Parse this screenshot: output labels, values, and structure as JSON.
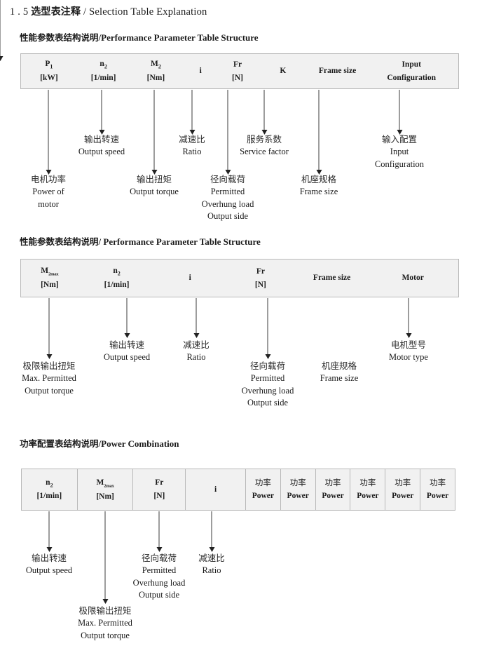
{
  "document": {
    "title_number": "1 . 5",
    "title_cn": "选型表注释",
    "title_sep": "/",
    "title_en": "Selection Table Explanation"
  },
  "sections": [
    {
      "id": "performance-parameter-1",
      "heading_cn": "性能参数表结构说明",
      "heading_sep": "/",
      "heading_en": "Performance Parameter Table Structure",
      "table": {
        "gridded": false,
        "columns": [
          {
            "sym": "P",
            "sub": "1",
            "unit": "[kW]"
          },
          {
            "sym": "n",
            "sub": "2",
            "unit": "[1/min]"
          },
          {
            "sym": "M",
            "sub": "2",
            "unit": "[Nm]"
          },
          {
            "sym": "i",
            "sub": "",
            "unit": ""
          },
          {
            "sym": "Fr",
            "sub": "",
            "unit": "[N]"
          },
          {
            "sym": "K",
            "sub": "",
            "unit": ""
          },
          {
            "sym": "Frame size",
            "sub": "",
            "unit": ""
          },
          {
            "sym": "Input",
            "sub": "",
            "unit": "Configuration"
          }
        ]
      },
      "callouts": [
        {
          "cn": "电机功率",
          "en": [
            "Power of",
            "motor"
          ]
        },
        {
          "cn": "输出转速",
          "en": [
            "Output speed"
          ]
        },
        {
          "cn": "输出扭矩",
          "en": [
            "Output torque"
          ]
        },
        {
          "cn": "减速比",
          "en": [
            "Ratio"
          ]
        },
        {
          "cn": "径向载荷",
          "en": [
            "Permitted",
            "Overhung load",
            "Output side"
          ]
        },
        {
          "cn": "服务系数",
          "en": [
            "Service factor"
          ]
        },
        {
          "cn": "机座规格",
          "en": [
            "Frame size"
          ]
        },
        {
          "cn": "输入配置",
          "en": [
            "Input",
            "Configuration"
          ]
        }
      ]
    },
    {
      "id": "performance-parameter-2",
      "heading_cn": "性能参数表结构说明",
      "heading_sep": "/",
      "heading_en": "Performance Parameter Table Structure",
      "table": {
        "gridded": false,
        "columns": [
          {
            "sym": "M",
            "sub": "2max",
            "unit": "[Nm]"
          },
          {
            "sym": "n",
            "sub": "2",
            "unit": "[1/min]"
          },
          {
            "sym": "i",
            "sub": "",
            "unit": ""
          },
          {
            "sym": "Fr",
            "sub": "",
            "unit": "[N]"
          },
          {
            "sym": "Frame size",
            "sub": "",
            "unit": ""
          },
          {
            "sym": "Motor",
            "sub": "",
            "unit": ""
          }
        ]
      },
      "callouts": [
        {
          "cn": "极限输出扭矩",
          "en": [
            "Max. Permitted",
            "Output  torque"
          ]
        },
        {
          "cn": "输出转速",
          "en": [
            "Output speed"
          ]
        },
        {
          "cn": "减速比",
          "en": [
            "Ratio"
          ]
        },
        {
          "cn": "径向载荷",
          "en": [
            "Permitted",
            "Overhung load",
            "Output side"
          ]
        },
        {
          "cn": "机座规格",
          "en": [
            "Frame size"
          ]
        },
        {
          "cn": "电机型号",
          "en": [
            "Motor type"
          ]
        }
      ]
    },
    {
      "id": "power-combination",
      "heading_cn": "功率配置表结构说明",
      "heading_sep": "/",
      "heading_en": "Power Combination",
      "table": {
        "gridded": true,
        "columns": [
          {
            "sym": "n",
            "sub": "2",
            "unit": "[1/min]"
          },
          {
            "sym": "M",
            "sub": "2max",
            "unit": "[Nm]"
          },
          {
            "sym": "Fr",
            "sub": "",
            "unit": "[N]"
          },
          {
            "sym": "i",
            "sub": "",
            "unit": ""
          },
          {
            "sym": "功率",
            "sub": "",
            "unit": "Power"
          },
          {
            "sym": "功率",
            "sub": "",
            "unit": "Power"
          },
          {
            "sym": "功率",
            "sub": "",
            "unit": "Power"
          },
          {
            "sym": "功率",
            "sub": "",
            "unit": "Power"
          },
          {
            "sym": "功率",
            "sub": "",
            "unit": "Power"
          },
          {
            "sym": "功率",
            "sub": "",
            "unit": "Power"
          }
        ]
      },
      "callouts": [
        {
          "cn": "输出转速",
          "en": [
            "Output speed"
          ]
        },
        {
          "cn": "极限输出扭矩",
          "en": [
            "Max. Permitted",
            "Output  torque"
          ]
        },
        {
          "cn": "径向载荷",
          "en": [
            "Permitted",
            "Overhung load",
            "Output side"
          ]
        },
        {
          "cn": "减速比",
          "en": [
            "Ratio"
          ]
        }
      ]
    }
  ]
}
